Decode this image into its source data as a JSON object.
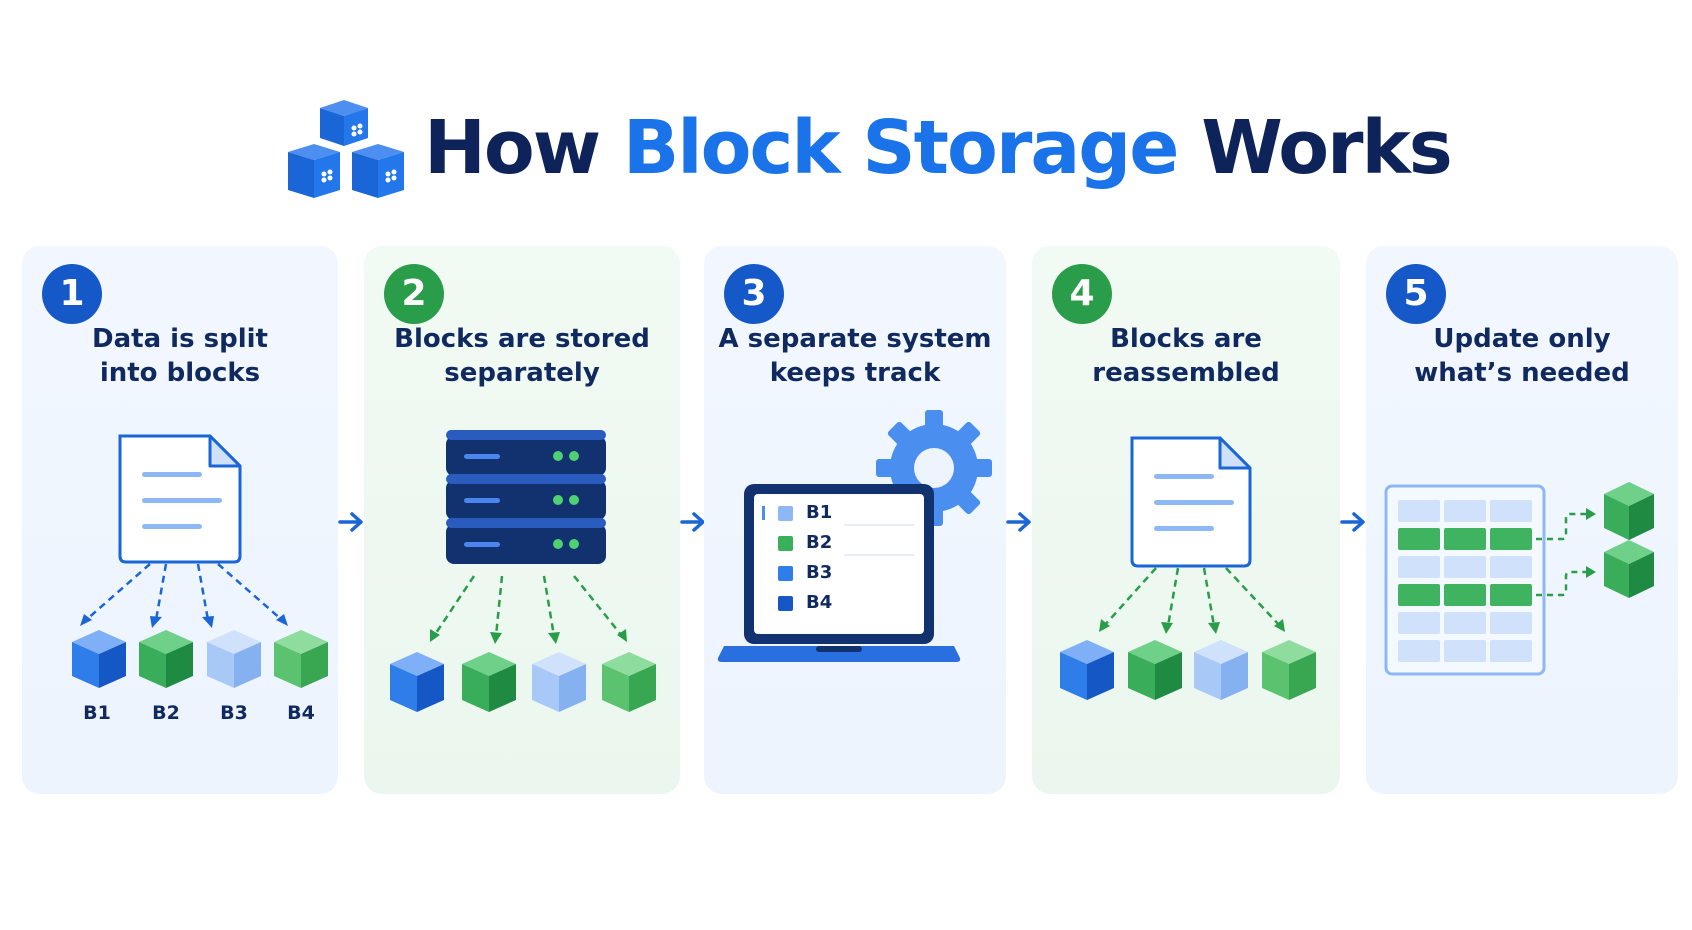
{
  "title": {
    "part1": "How ",
    "part2": "Block Storage",
    "part3": " Works"
  },
  "steps": [
    {
      "number": "1",
      "line1": "Data is split",
      "line2": "into blocks",
      "block_labels": [
        "B1",
        "B2",
        "B3",
        "B4"
      ]
    },
    {
      "number": "2",
      "line1": "Blocks are stored",
      "line2": "separately"
    },
    {
      "number": "3",
      "line1": "A separate system",
      "line2": "keeps track",
      "list": [
        "B1",
        "B2",
        "B3",
        "B4"
      ]
    },
    {
      "number": "4",
      "line1": "Blocks are",
      "line2": "reassembled"
    },
    {
      "number": "5",
      "line1": "Update only",
      "line2": "what’s needed"
    }
  ],
  "colors": {
    "navy": "#10295e",
    "blue": "#1a73e8",
    "dark_blue": "#1558c7",
    "green": "#2a9d4b",
    "light_blue": "#8db8f5"
  },
  "icons": [
    "cubes-logo-icon",
    "document-icon",
    "server-rack-icon",
    "laptop-icon",
    "gear-icon",
    "grid-table-icon",
    "cube-icon",
    "arrow-right-icon"
  ]
}
